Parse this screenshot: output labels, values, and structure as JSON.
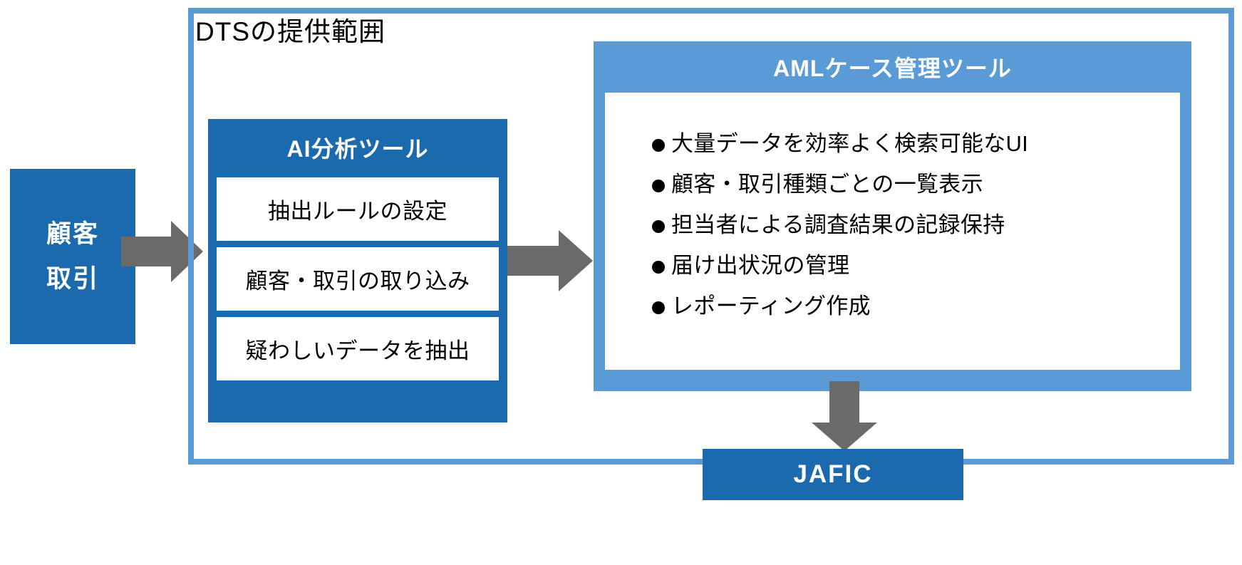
{
  "diagram": {
    "title": "AML solution scope diagram",
    "colors": {
      "dark_blue": "#1B6AAD",
      "light_blue": "#5B9BD5",
      "arrow_gray": "#6A6A6A",
      "text_black": "#000000",
      "white": "#FFFFFF",
      "background": "#FFFFFF"
    }
  },
  "source_box": {
    "name": "customer-transaction-source",
    "lines": [
      "顧客",
      "取引"
    ]
  },
  "scope_frame": {
    "title": "DTSの提供範囲"
  },
  "ai_tool": {
    "title": "AI分析ツール",
    "rows": [
      "抽出ルールの設定",
      "顧客・取引の取り込み",
      "疑わしいデータを抽出"
    ]
  },
  "aml_tool": {
    "title": "AMLケース管理ツール",
    "features": [
      "大量データを効率よく検索可能なUI",
      "顧客・取引種類ごとの一覧表示",
      "担当者による調査結果の記録保持",
      "届け出状況の管理",
      "レポーティング作成"
    ]
  },
  "destination_box": {
    "label": "JAFIC"
  },
  "arrows": [
    {
      "name": "arrow-source-to-ai",
      "direction": "right"
    },
    {
      "name": "arrow-ai-to-aml",
      "direction": "right"
    },
    {
      "name": "arrow-aml-to-jafic",
      "direction": "down"
    }
  ]
}
